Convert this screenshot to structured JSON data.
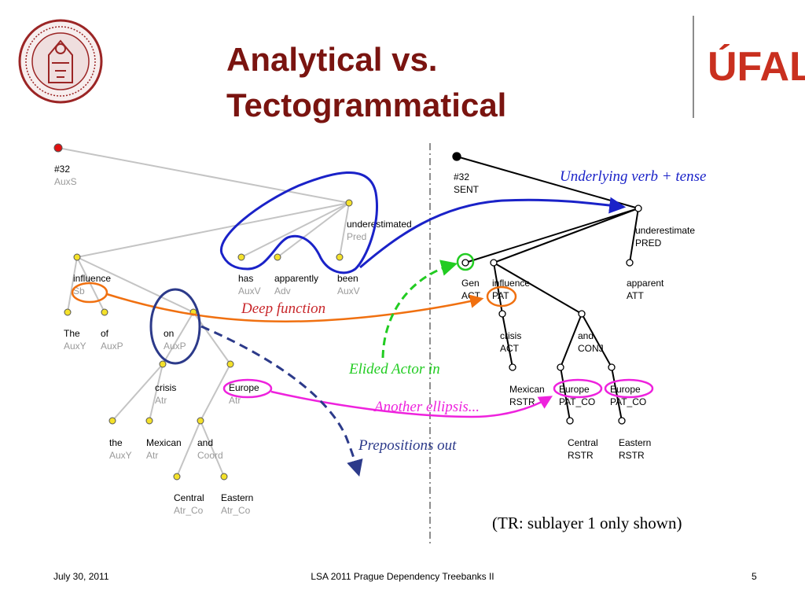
{
  "slide": {
    "title_line1": "Analytical vs.",
    "title_line2": "Tectogrammatical",
    "note": "(TR: sublayer 1 only shown)"
  },
  "logos": {
    "seal": {
      "icon": "university-seal-icon"
    },
    "ufal": {
      "text": "ÚFAL",
      "icon": "ufal-logo-icon",
      "color": "#c9301f"
    }
  },
  "colors": {
    "title": "#7a1410",
    "analytical_edges": "#c4c4c4",
    "node_yellow": "#f4e12a",
    "root_red": "#e01010",
    "annot_blue": "#1a22c8",
    "annot_navy": "#2c3a8a",
    "annot_orange": "#f07010",
    "annot_green": "#22cc22",
    "annot_magenta": "#ee22dd"
  },
  "analytical": {
    "root": {
      "word": "#32",
      "func": "AuxS"
    },
    "pred": {
      "word": "underestimated",
      "func": "Pred"
    },
    "influence": {
      "word": "influence",
      "func": "Sb"
    },
    "has": {
      "word": "has",
      "func": "AuxV"
    },
    "apparently": {
      "word": "apparently",
      "func": "Adv"
    },
    "been": {
      "word": "been",
      "func": "AuxV"
    },
    "the1": {
      "word": "The",
      "func": "AuxY"
    },
    "of": {
      "word": "of",
      "func": "AuxP"
    },
    "on": {
      "word": "on",
      "func": "AuxP"
    },
    "crisis": {
      "word": "crisis",
      "func": "Atr"
    },
    "europe": {
      "word": "Europe",
      "func": "Atr"
    },
    "the2": {
      "word": "the",
      "func": "AuxY"
    },
    "mexican": {
      "word": "Mexican",
      "func": "Atr"
    },
    "and": {
      "word": "and",
      "func": "Coord"
    },
    "central": {
      "word": "Central",
      "func": "Atr_Co"
    },
    "eastern": {
      "word": "Eastern",
      "func": "Atr_Co"
    }
  },
  "tecto": {
    "root": {
      "word": "#32",
      "func": "SENT"
    },
    "pred": {
      "word": "underestimate",
      "func": "PRED"
    },
    "gen": {
      "word": "Gen",
      "func": "ACT"
    },
    "influence": {
      "word": "influence",
      "func": "PAT"
    },
    "apparent": {
      "word": "apparent",
      "func": "ATT"
    },
    "crisis": {
      "word": "crisis",
      "func": "ACT"
    },
    "and": {
      "word": "and",
      "func": "CONJ"
    },
    "mexican": {
      "word": "Mexican",
      "func": "RSTR"
    },
    "europe1": {
      "word": "Europe",
      "func": "PAT_CO"
    },
    "europe2": {
      "word": "Europe",
      "func": "PAT_CO"
    },
    "central": {
      "word": "Central",
      "func": "RSTR"
    },
    "eastern": {
      "word": "Eastern",
      "func": "RSTR"
    }
  },
  "annotations": {
    "verb_tense": "Underlying verb + tense",
    "deep_function": "Deep function",
    "elided_actor": "Elided Actor in",
    "another_ellipsis": "Another ellipsis...",
    "prepositions_out": "Prepositions out"
  },
  "footer": {
    "date": "July 30, 2011",
    "center": "LSA 2011 Prague Dependency Treebanks II",
    "page": "5"
  }
}
